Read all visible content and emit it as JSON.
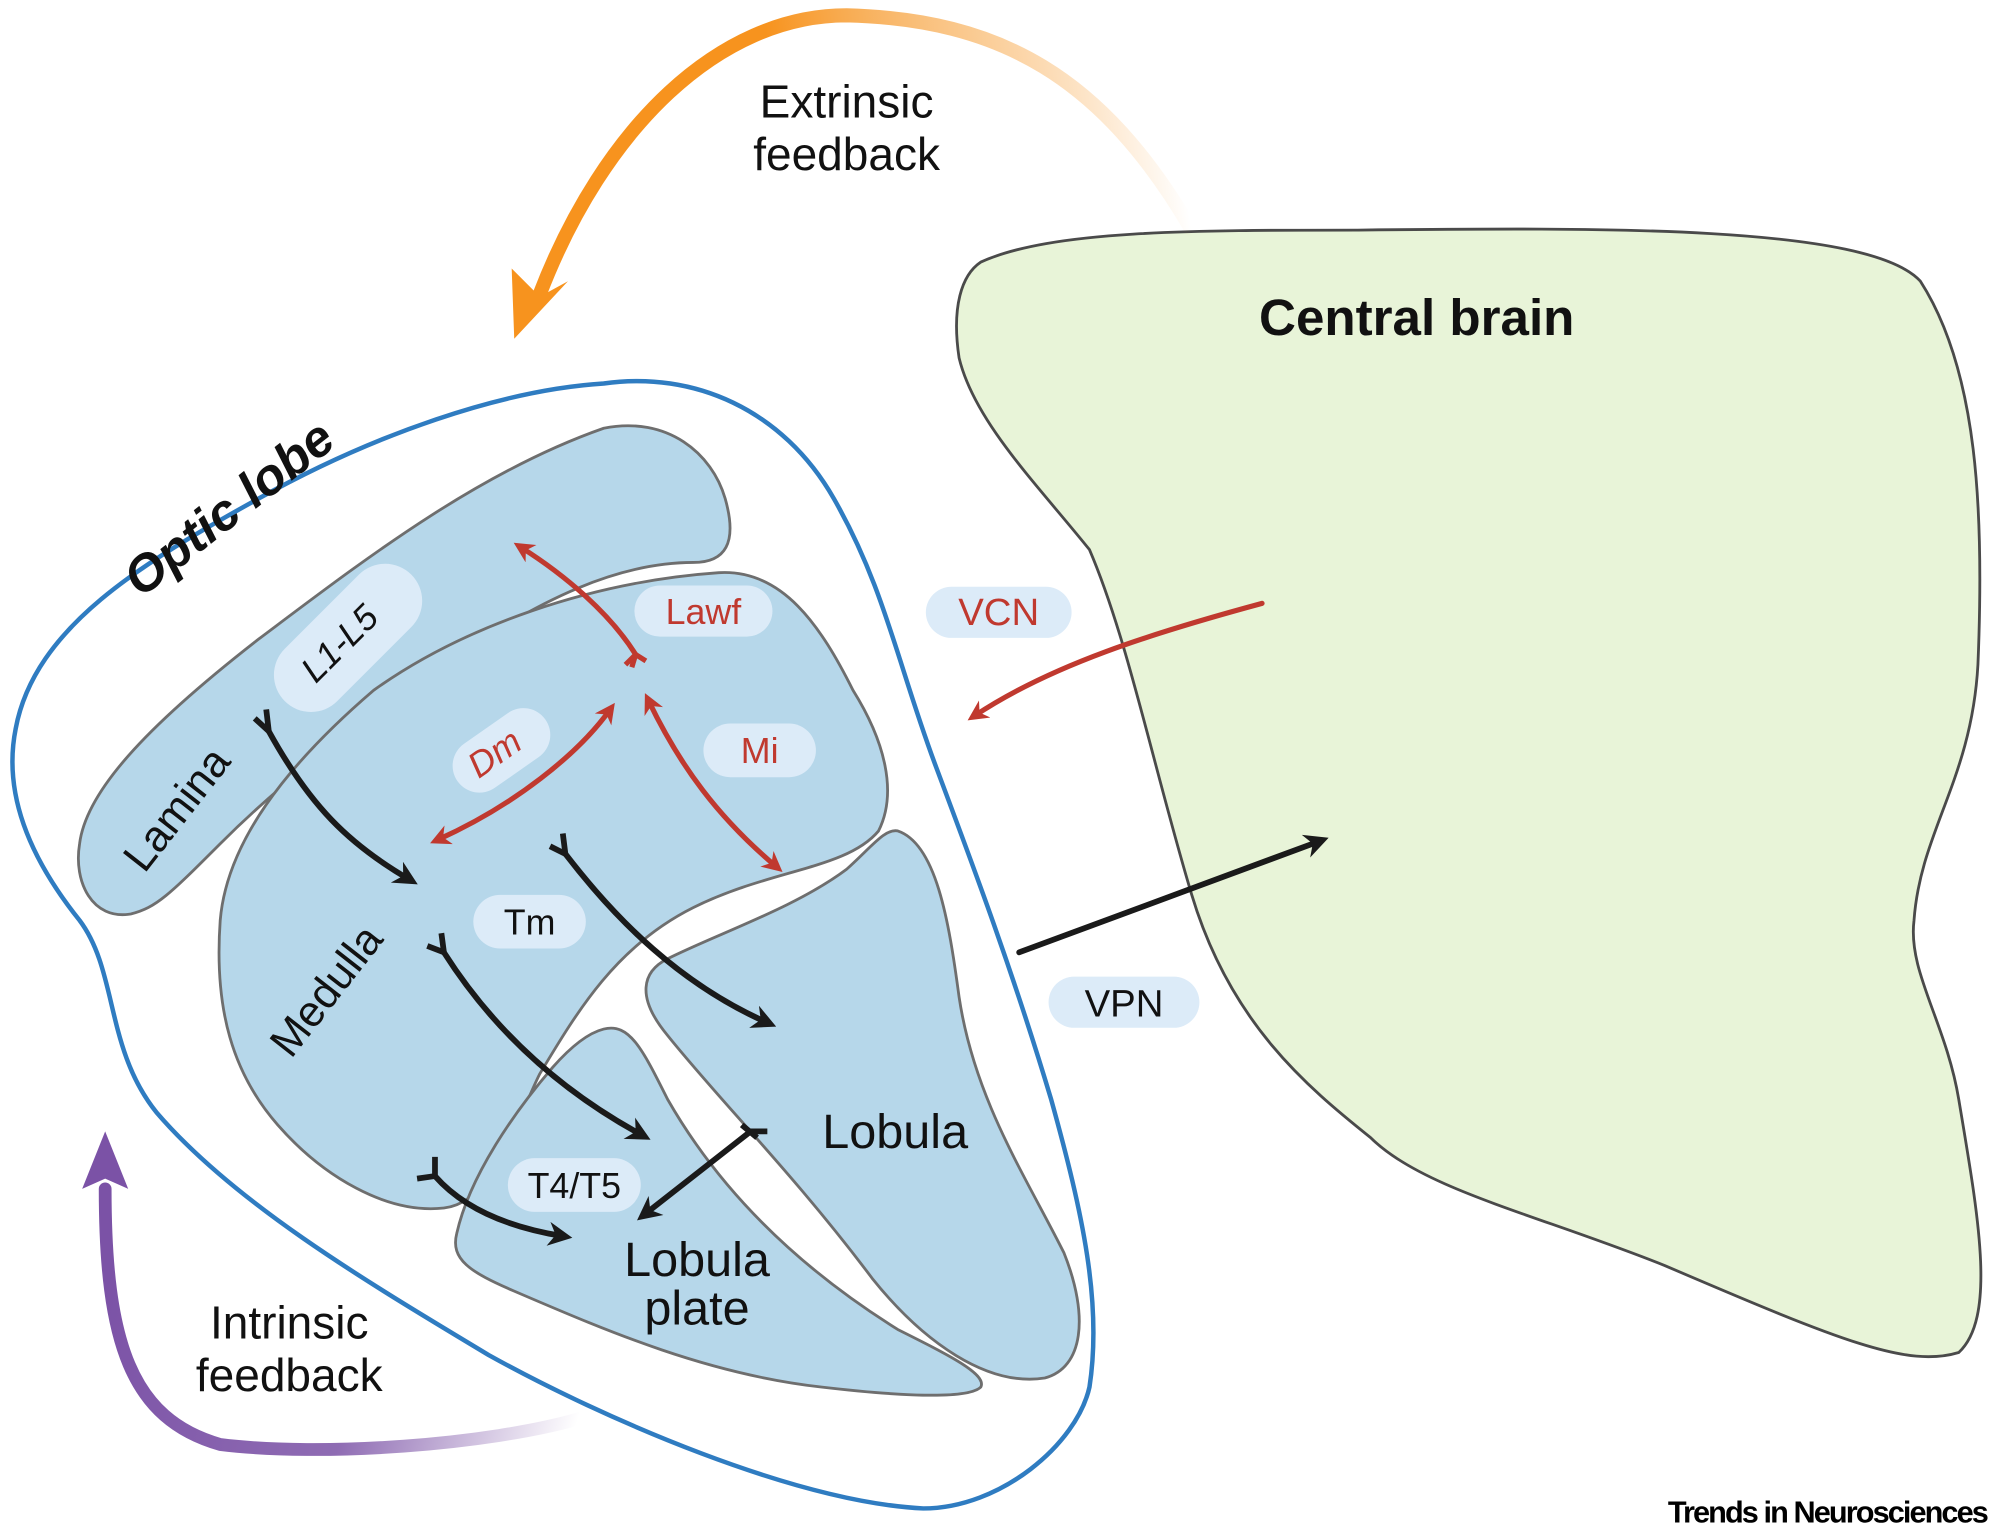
{
  "diagram": {
    "regions": {
      "central_brain": "Central brain",
      "optic_lobe": "Optic lobe",
      "lamina": "Lamina",
      "medulla": "Medulla",
      "lobula": "Lobula",
      "lobula_plate_line1": "Lobula",
      "lobula_plate_line2": "plate"
    },
    "cell_types": {
      "l1_l5": "L1-L5",
      "lawf": "Lawf",
      "dm": "Dm",
      "mi": "Mi",
      "tm": "Tm",
      "t4_t5": "T4/T5",
      "vcn": "VCN",
      "vpn": "VPN"
    },
    "feedback": {
      "extrinsic_line1": "Extrinsic",
      "extrinsic_line2": "feedback",
      "intrinsic_line1": "Intrinsic",
      "intrinsic_line2": "feedback"
    },
    "colors": {
      "extrinsic": "#f7931e",
      "intrinsic": "#7b52a6",
      "feedback_red": "#c0392f",
      "optic_lobe_outline": "#2f7cc1",
      "neuropil_fill": "#b6d7ea",
      "central_brain_fill": "#e8f4d8"
    }
  },
  "footer": {
    "journal": "Trends in Neurosciences"
  }
}
